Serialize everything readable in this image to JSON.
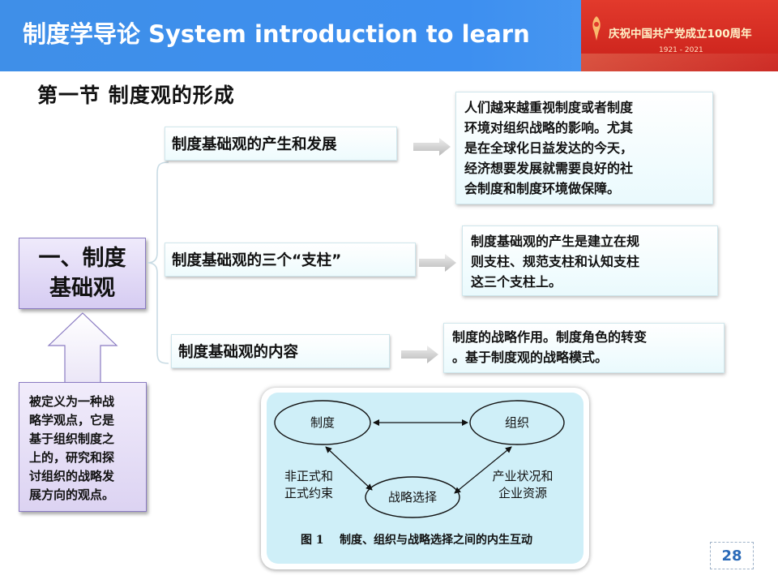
{
  "header": {
    "title": "制度学导论 System introduction to learn",
    "banner_text": "庆祝中国共产党成立100周年",
    "banner_years": "1921 - 2021"
  },
  "section_heading": "第一节   制度观的形成",
  "main_concept": {
    "line1": "一、制度",
    "line2": "基础观"
  },
  "definition": {
    "lines": [
      "被定义为一种战",
      "略学观点，它是",
      "基于组织制度之",
      "上的，研究和探",
      "讨组织的战略发",
      "展方向的观点。"
    ]
  },
  "branches": [
    {
      "label": "制度基础观的产生和发展"
    },
    {
      "label": "制度基础观的三个“支柱”"
    },
    {
      "label": "制度基础观的内容"
    }
  ],
  "details": [
    {
      "lines": [
        "人们越来越重视制度或者制度",
        "环境对组织战略的影响。尤其",
        "是在全球化日益发达的今天，",
        "经济想要发展就需要良好的社",
        "会制度和制度环境做保障。"
      ]
    },
    {
      "lines": [
        "制度基础观的产生是建立在规",
        "则支柱、规范支柱和认知支柱",
        "这三个支柱上。"
      ]
    },
    {
      "lines": [
        "制度的战略作用。制度角色的转变",
        "。基于制度观的战略模式。"
      ]
    }
  ],
  "figure": {
    "node_institution": "制度",
    "node_organization": "组织",
    "node_strategy": "战略选择",
    "label_left_1": "非正式和",
    "label_left_2": "正式约束",
    "label_right_1": "产业状况和",
    "label_right_2": "企业资源",
    "caption": "图 1    制度、组织与战略选择之间的内生互动"
  },
  "page_number": "28",
  "colors": {
    "header_blue": "#3d8ff0",
    "banner_red": "#d42a20",
    "concept_lavender": "#d6ccf2",
    "arrow_gray": "#c8c8c8",
    "figure_bg": "#cfeff8",
    "page_number_blue": "#2a6ab8"
  }
}
